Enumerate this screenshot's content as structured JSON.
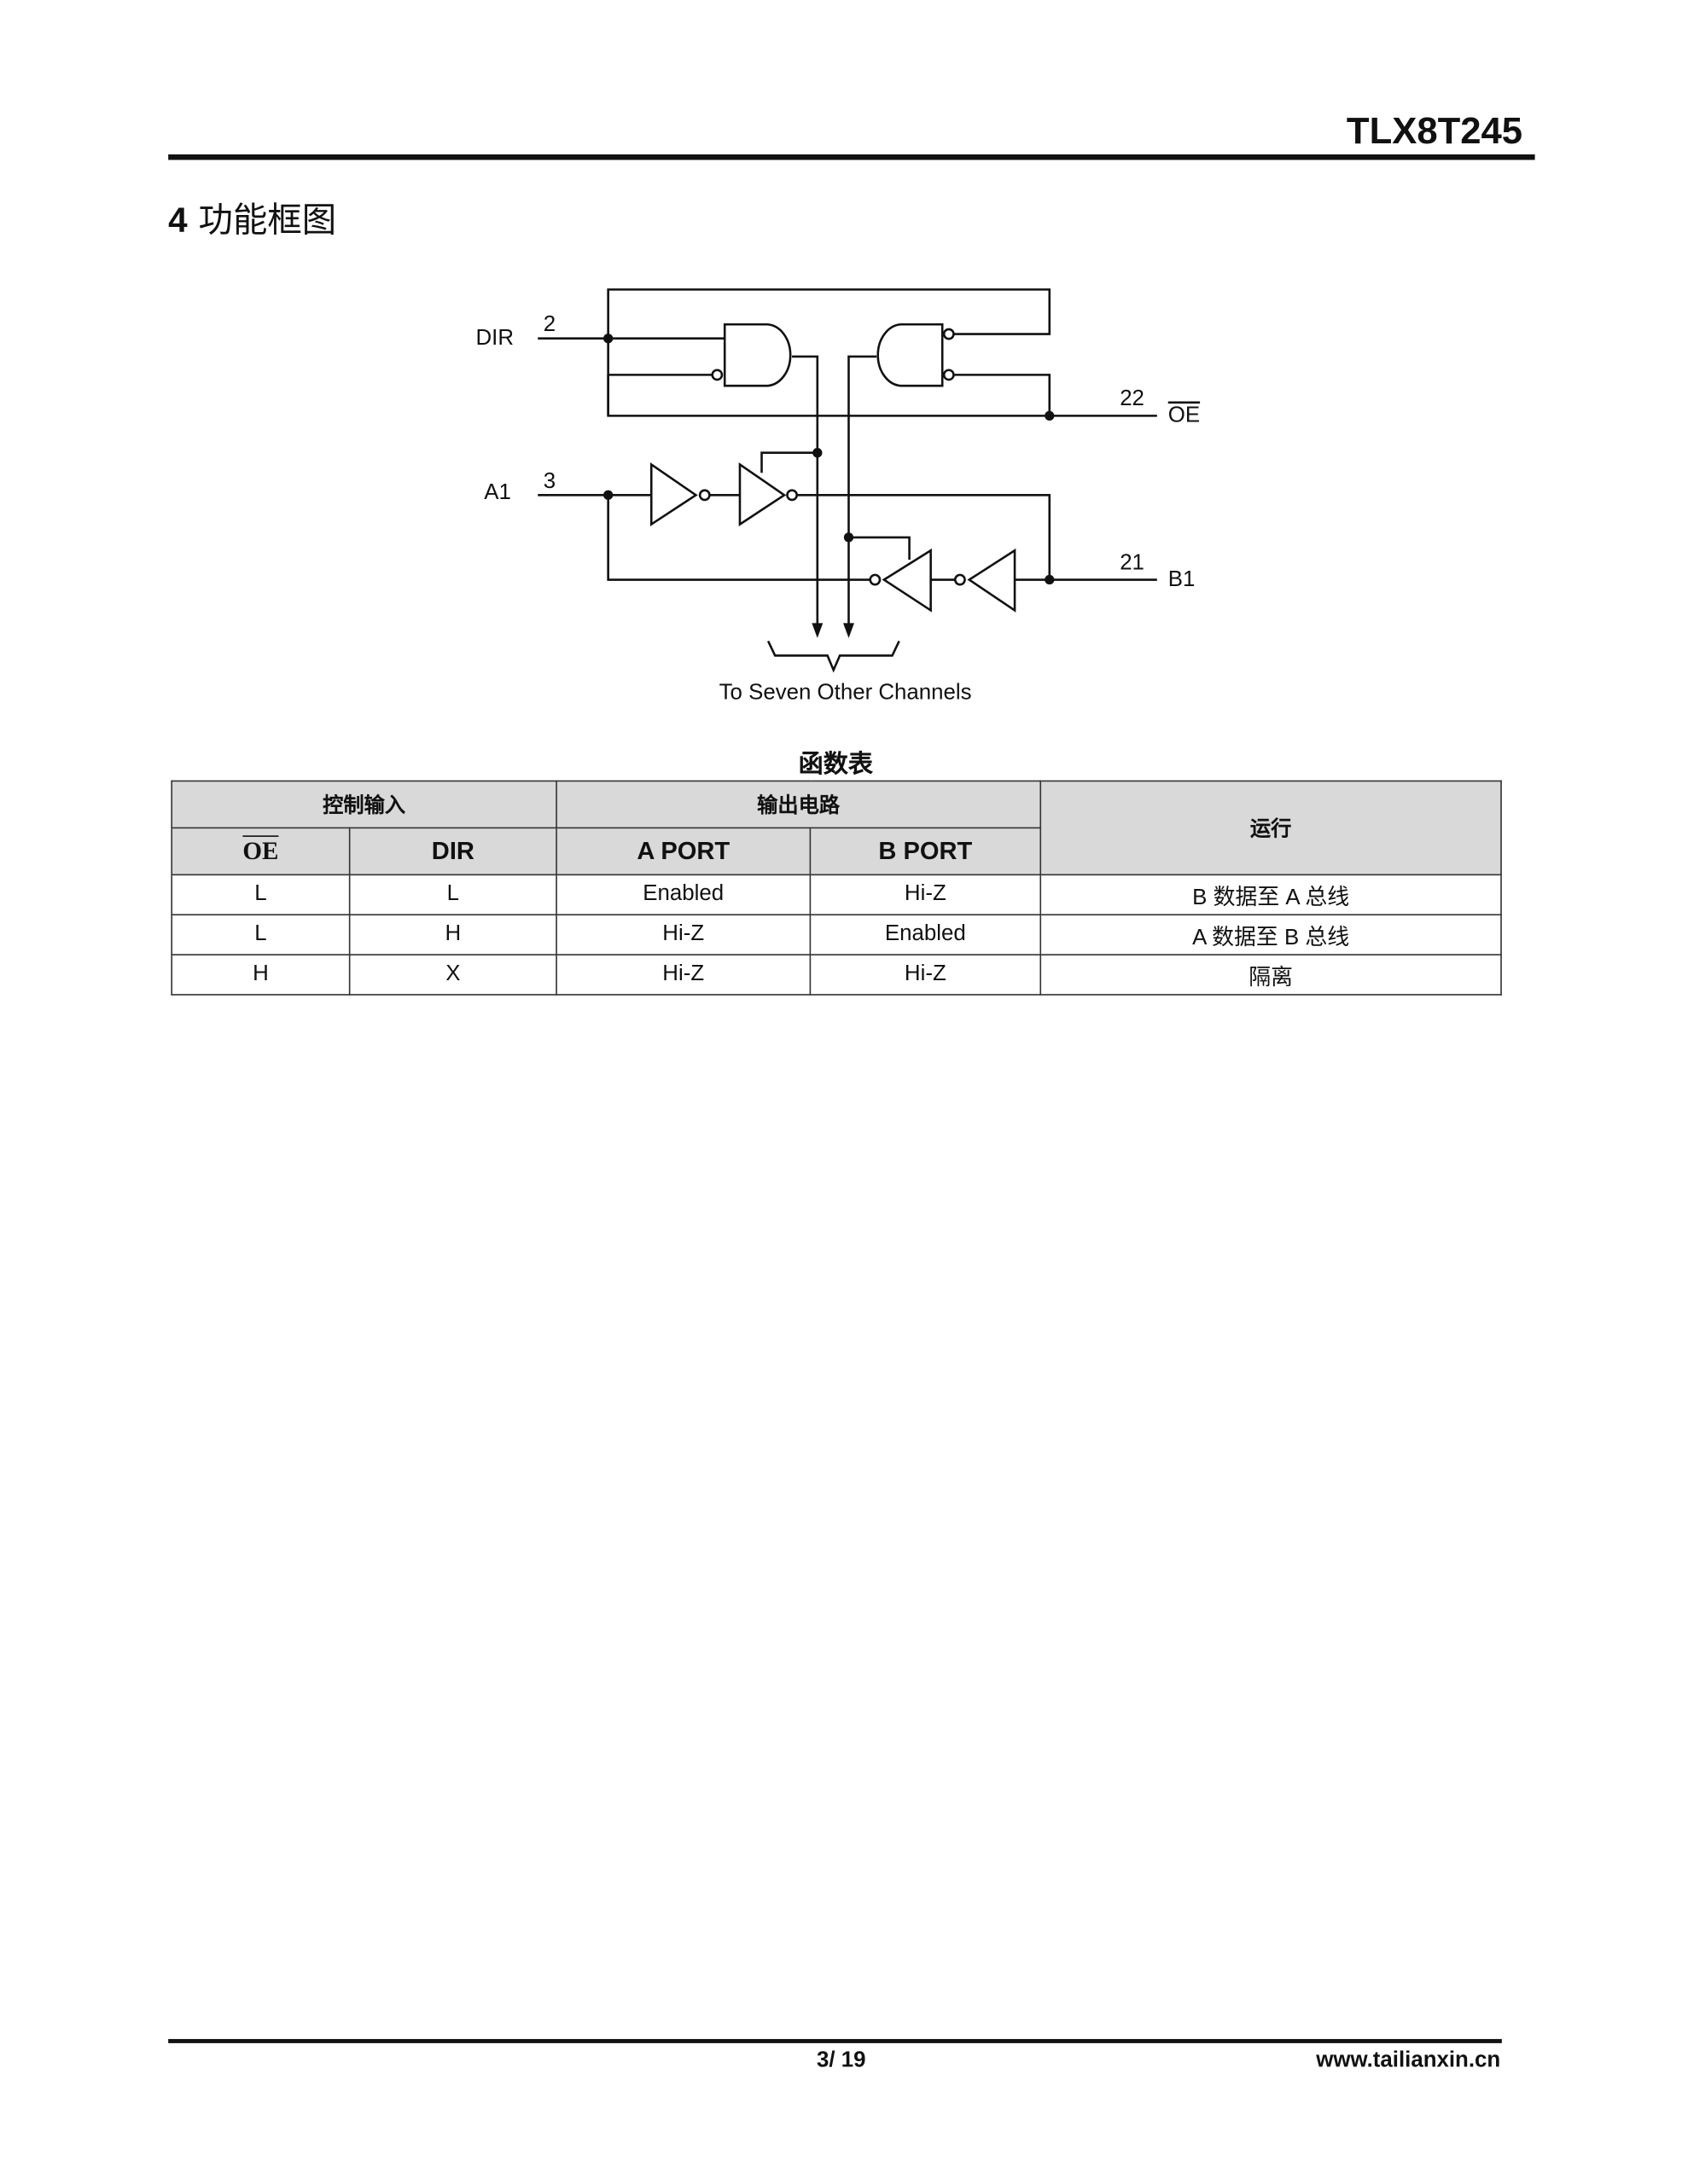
{
  "header": {
    "doc_title": "TLX8T245"
  },
  "section": {
    "number": "4",
    "title": "功能框图"
  },
  "diagram": {
    "pins": [
      {
        "name": "DIR",
        "number": "2"
      },
      {
        "name": "A1",
        "number": "3"
      },
      {
        "name": "OE",
        "number": "22"
      },
      {
        "name": "B1",
        "number": "21"
      }
    ],
    "note": "To Seven Other Channels"
  },
  "table": {
    "caption": "函数表",
    "group_headers": {
      "control": "控制输入",
      "output": "输出电路",
      "operation": "运行"
    },
    "columns": [
      "OE",
      "DIR",
      "A PORT",
      "B PORT"
    ],
    "rows": [
      {
        "oe": "L",
        "dir": "L",
        "a": "Enabled",
        "b": "Hi-Z",
        "op": "B 数据至 A 总线"
      },
      {
        "oe": "L",
        "dir": "H",
        "a": "Hi-Z",
        "b": "Enabled",
        "op": "A 数据至 B 总线"
      },
      {
        "oe": "H",
        "dir": "X",
        "a": "Hi-Z",
        "b": "Hi-Z",
        "op": "隔离"
      }
    ]
  },
  "footer": {
    "page": "3/ 19",
    "website": "www.tailianxin.cn"
  }
}
